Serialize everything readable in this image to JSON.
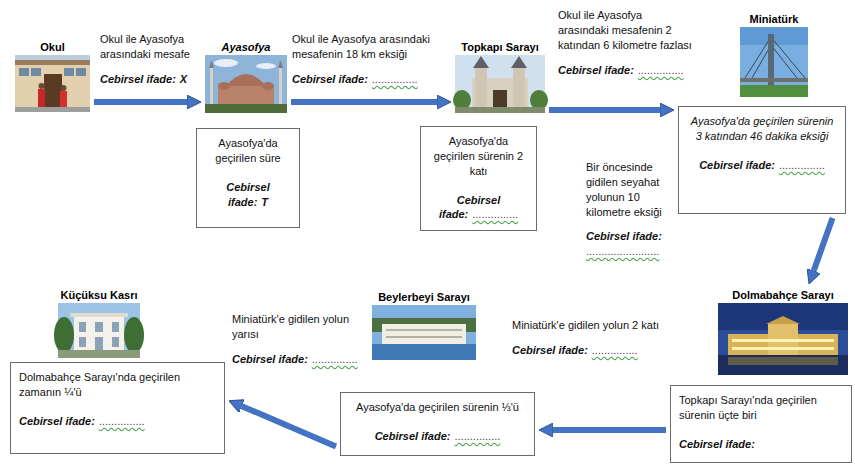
{
  "diagram": {
    "nodes": [
      {
        "text": [
          "Okul"
        ]
      },
      {
        "text": [
          "Ayasofya"
        ]
      },
      {
        "text": [
          "Ayasofya'da geçirilen süre",
          "Cebirsel ifade:",
          "T"
        ]
      },
      {
        "text": [
          "Topkapı Sarayı"
        ]
      },
      {
        "text": [
          "Ayasofya'da geçirilen sürenin 2 katı",
          "Cebirsel ifade:",
          "..............."
        ]
      },
      {
        "text": [
          "Miniatürk"
        ]
      },
      {
        "text": [
          "Ayasofya'da geçirilen sürenin 3 katından 46 dakika eksiği",
          "Cebirsel ifade:",
          "..............."
        ]
      },
      {
        "text": [
          "Dolmabahçe Sarayı"
        ]
      },
      {
        "text": [
          "Topkapı Sarayı'nda geçirilen sürenin üçte biri",
          "Cebirsel ifade:"
        ]
      },
      {
        "text": [
          "Beylerbeyi Sarayı"
        ]
      },
      {
        "text": [
          "Ayasofya'da geçirilen sürenin ⅓'ü",
          "Cebirsel ifade:",
          "..............."
        ]
      },
      {
        "text": [
          "Küçüksu Kasrı"
        ]
      },
      {
        "text": [
          "Dolmabahçe Sarayı'nda geçirilen zamanın ¼'ü",
          "Cebirsel ifade:",
          "..............."
        ]
      }
    ],
    "edges": [
      {
        "from": 0,
        "to": 1,
        "arrow": "to"
      },
      {
        "from": 1,
        "to": 3,
        "arrow": "to"
      },
      {
        "from": 3,
        "to": 6,
        "arrow": "to"
      },
      {
        "from": 6,
        "to": 7,
        "arrow": "to"
      },
      {
        "from": 8,
        "to": 10,
        "arrow": "to"
      },
      {
        "from": 10,
        "to": 12,
        "arrow": "to"
      }
    ],
    "labels": [
      "Okul ile Ayasofya arasındaki mesafe",
      "Cebirsel ifade:",
      "X",
      "Okul ile Ayasofya arasındaki mesafenin 18 km eksiği",
      "Cebirsel ifade:",
      "...............",
      "Okul ile Ayasofya arasındaki mesafenin 2 katından 6 kilometre fazlası",
      "Cebirsel ifade:",
      "...............",
      "Bir öncesinde gidilen seyahat yolunun 10 kilometre eksiği",
      "Cebirsel ifade:",
      "........................",
      "Miniatürk'e gidilen yolun 2 katı",
      "Cebirsel ifade:",
      "...............",
      "Miniatürk'e gidilen yolun yarısı",
      "Cebirsel ifade:",
      "..............."
    ]
  }
}
